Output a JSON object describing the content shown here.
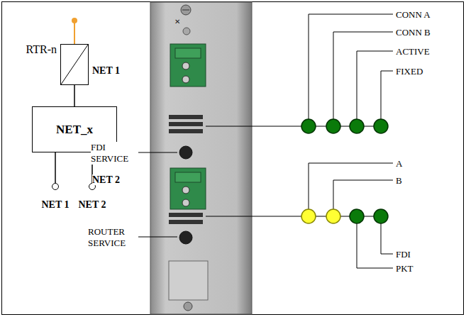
{
  "diagram": {
    "nodes": [
      {
        "text": [
          "RTR-n"
        ]
      },
      {
        "text": [
          "NET_x"
        ]
      },
      {
        "text": [
          "NET 1"
        ]
      },
      {
        "text": [
          "NET 2"
        ]
      }
    ],
    "edges": [
      {
        "from": 0,
        "to": 1,
        "arrow": "none"
      },
      {
        "from": 1,
        "to": 2,
        "arrow": "none"
      },
      {
        "from": 1,
        "to": 3,
        "arrow": "none"
      }
    ],
    "labels": [
      "NET 1",
      "FDI SERVICE",
      "NET 2",
      "ROUTER SERVICE",
      "CONN A",
      "CONN B",
      "ACTIVE",
      "FIXED",
      "A",
      "B",
      "FDI",
      "PKT"
    ]
  }
}
